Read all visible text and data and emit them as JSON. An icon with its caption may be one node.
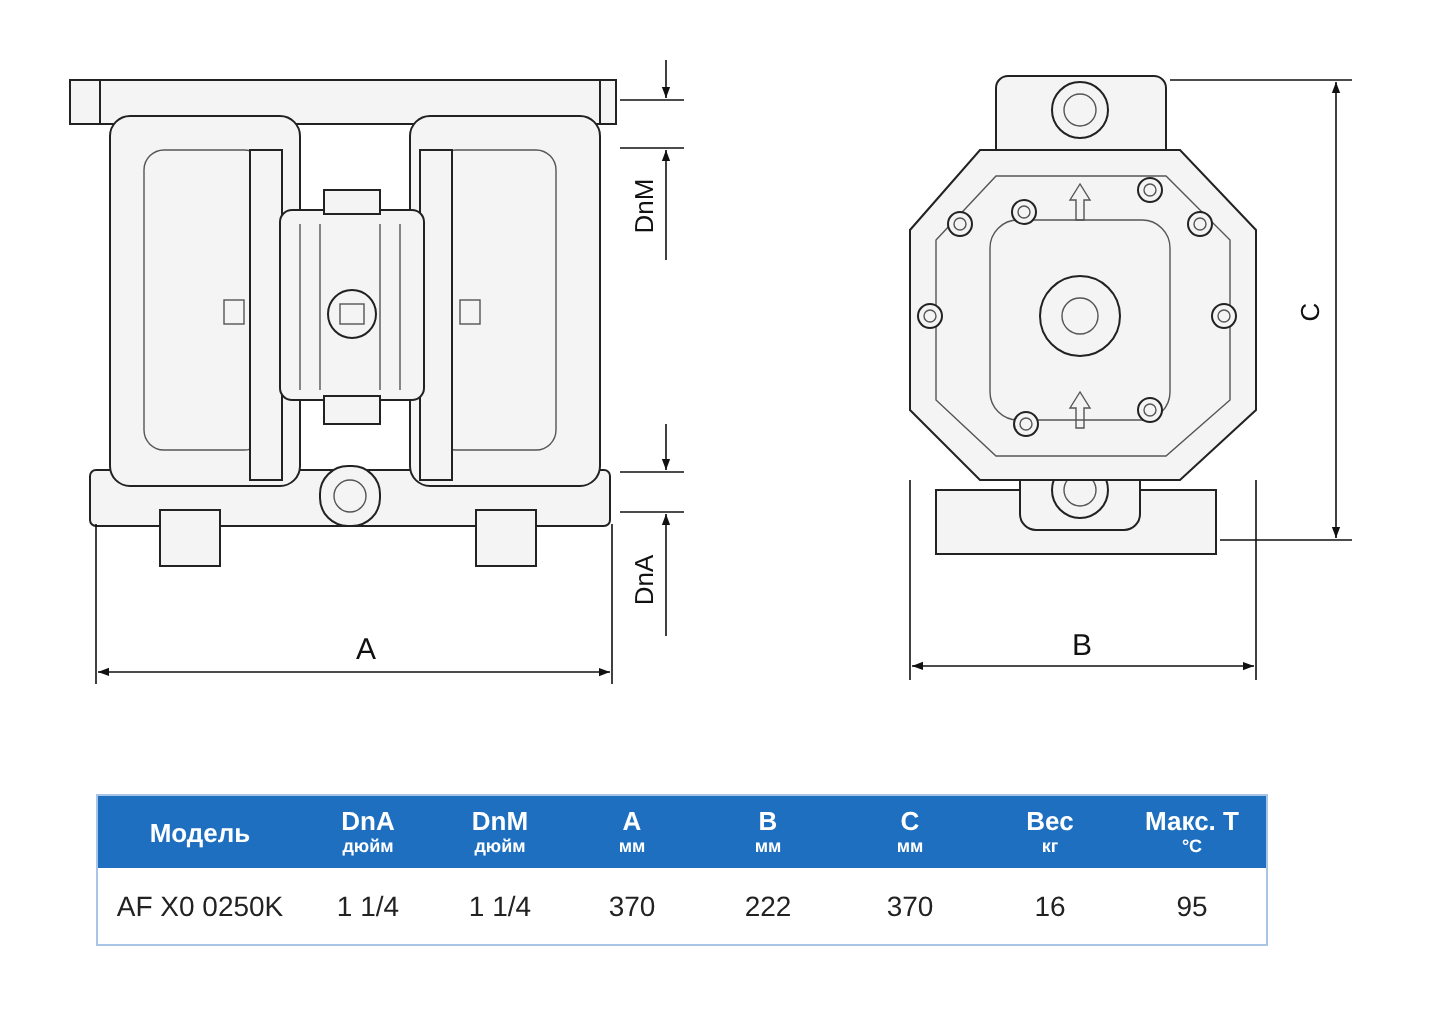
{
  "diagram": {
    "labels": [
      "DnM",
      "DnA",
      "A",
      "B",
      "C",
      "Модель",
      "DnA",
      "дюйм",
      "DnM",
      "дюйм",
      "A",
      "мм",
      "B",
      "мм",
      "C",
      "мм",
      "Вес",
      "кг",
      "Макс. T",
      "°C",
      "AF X0 0250K",
      "1 1/4",
      "1 1/4",
      "370",
      "222",
      "370",
      "16",
      "95"
    ]
  }
}
